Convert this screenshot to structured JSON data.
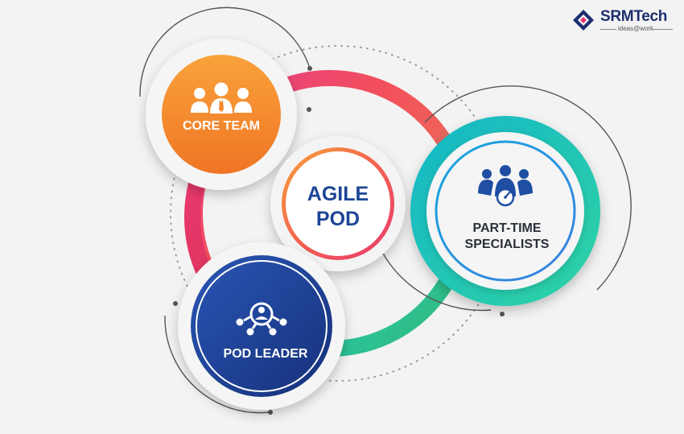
{
  "logo": {
    "brand": "SRMTech",
    "tagline": "ideas@work"
  },
  "nodes": {
    "center": {
      "line1": "AGILE",
      "line2": "POD"
    },
    "core_team": {
      "label": "CORE TEAM",
      "icon": "team-icon"
    },
    "part_time": {
      "line1": "PART-TIME",
      "line2": "SPECIALISTS",
      "icon": "specialists-gauge-icon"
    },
    "pod_leader": {
      "label": "POD LEADER",
      "icon": "leader-network-icon"
    }
  },
  "colors": {
    "orange": "#f5872a",
    "navy": "#1f3f8f",
    "teal": "#19c2b0",
    "pink": "#e8336f",
    "green": "#38b87a",
    "text_blue": "#1d4596"
  }
}
